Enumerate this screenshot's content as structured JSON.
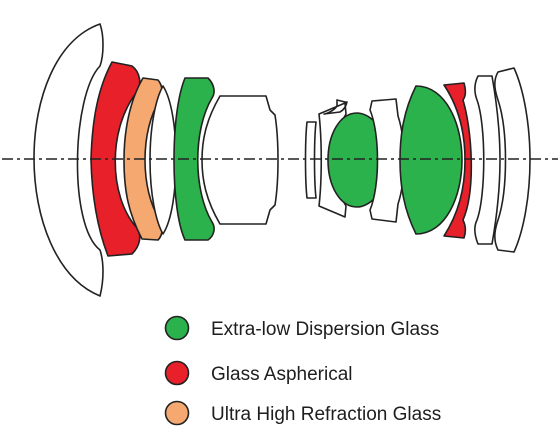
{
  "colors": {
    "extra_low_dispersion": "#2bb24c",
    "aspherical": "#e8202a",
    "ultra_high_refraction": "#f5a971",
    "standard": "#ffffff",
    "outline": "#222222",
    "axis": "#222222"
  },
  "legend": [
    {
      "label": "Extra-low Dispersion Glass",
      "color_key": "extra_low_dispersion"
    },
    {
      "label": "Glass Aspherical",
      "color_key": "aspherical"
    },
    {
      "label": "Ultra High Refraction Glass",
      "color_key": "ultra_high_refraction"
    }
  ],
  "elements": [
    {
      "name": "lens-element-1",
      "type": "standard"
    },
    {
      "name": "lens-element-2",
      "type": "aspherical"
    },
    {
      "name": "lens-element-3",
      "type": "ultra_high_refraction"
    },
    {
      "name": "lens-element-4",
      "type": "standard"
    },
    {
      "name": "lens-element-5",
      "type": "extra_low_dispersion"
    },
    {
      "name": "lens-element-6",
      "type": "standard"
    },
    {
      "name": "lens-element-7",
      "type": "standard"
    },
    {
      "name": "lens-element-8",
      "type": "standard"
    },
    {
      "name": "lens-element-9",
      "type": "extra_low_dispersion"
    },
    {
      "name": "lens-element-10",
      "type": "standard"
    },
    {
      "name": "lens-element-11",
      "type": "extra_low_dispersion"
    },
    {
      "name": "lens-element-12",
      "type": "aspherical"
    },
    {
      "name": "lens-element-13",
      "type": "standard"
    },
    {
      "name": "lens-element-14",
      "type": "standard"
    }
  ]
}
